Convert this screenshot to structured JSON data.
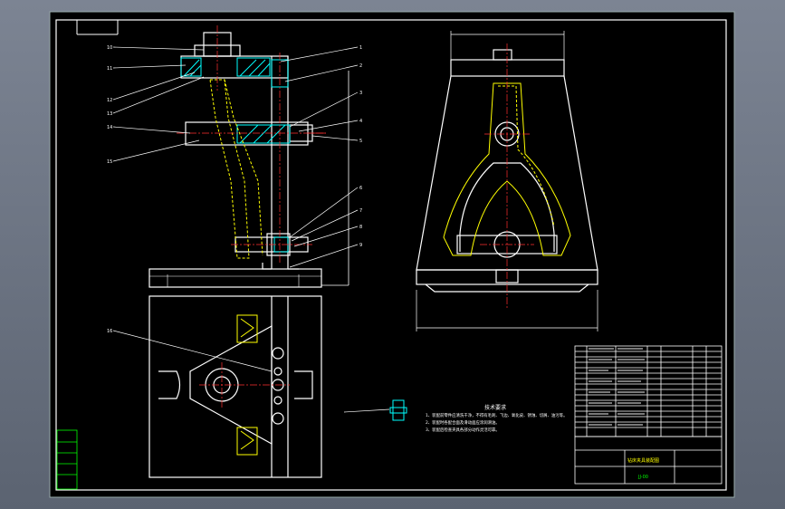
{
  "drawing": {
    "background": "#000000",
    "line_color": "#ffffff",
    "accent_yellow": "#ffff00",
    "accent_cyan": "#00ffff",
    "accent_red": "#ff3030",
    "accent_green": "#00ff00",
    "part_numbers": [
      "10",
      "11",
      "12",
      "13",
      "14",
      "15",
      "16",
      "1",
      "2",
      "3",
      "4",
      "5",
      "6",
      "7",
      "8",
      "9"
    ],
    "notes_title": "技术要求",
    "notes_lines": [
      "1、装配前零件应清洗干净，不得有毛刺、飞边、氧化皮、锈蚀、切屑、油污等。",
      "2、装配时各配合面及滑动面应涂润滑油。",
      "3、装配后检查夹具各部分动作灵活可靠。"
    ],
    "title_block_name": "钻床夹具装配图",
    "title_block_code": "JJ-00"
  }
}
